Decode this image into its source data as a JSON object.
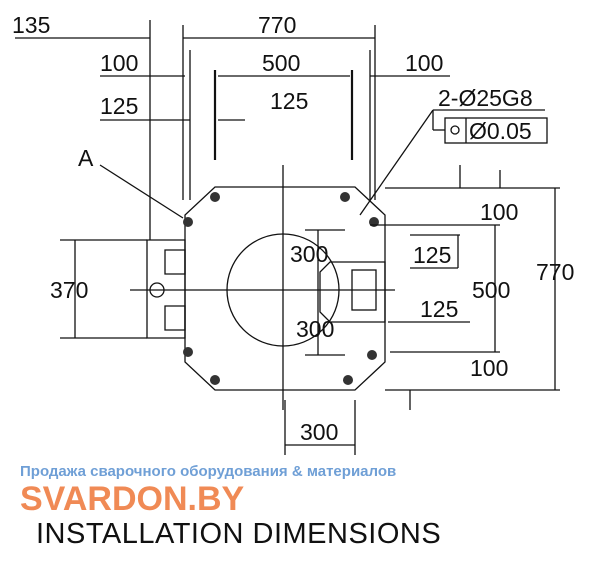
{
  "drawing": {
    "title": "INSTALLATION DIMENSIONS",
    "label_a": "A",
    "hole_spec": "2-Ø25G8",
    "position_tolerance": "Ø0.05",
    "top_dims": {
      "overall_left": "135",
      "overall_width": "770",
      "left_100": "100",
      "center_500": "500",
      "right_100": "100",
      "left_125": "125",
      "center_125": "125"
    },
    "left_dims": {
      "height_370": "370"
    },
    "center_dims": {
      "upper_300": "300",
      "lower_300": "300"
    },
    "right_dims": {
      "top_100": "100",
      "upper_125": "125",
      "center_500": "500",
      "overall_770": "770",
      "lower_125": "125",
      "bottom_100": "100"
    },
    "bottom_dims": {
      "width_300": "300"
    }
  },
  "watermark": {
    "brand": "SVARDON.BY",
    "tagline": "Продажа сварочного оборудования & материалов"
  },
  "colors": {
    "body": "#c8c8c8",
    "watermark_brand": "#f08a55",
    "watermark_tagline": "#6f9fd6"
  }
}
